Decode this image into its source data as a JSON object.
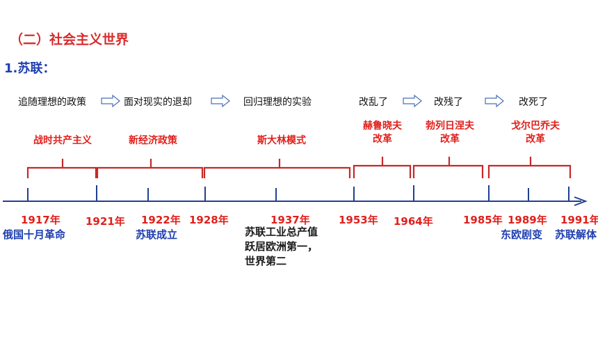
{
  "section_title": "（二）社会主义世界",
  "sub_title": "1.苏联：",
  "phases": [
    "追随理想的政策",
    "面对现实的退却",
    "回归理想的实验",
    "改乱了",
    "改残了",
    "改死了"
  ],
  "periods": [
    "战时共产主义",
    "新经济政策",
    "斯大林模式",
    "赫鲁晓夫\n改革",
    "勃列日涅夫\n改革",
    "戈尔巴乔夫\n改革"
  ],
  "years": [
    "1917年",
    "1921年",
    "1922年",
    "1928年",
    "1937年",
    "1953年",
    "1964年",
    "1985年",
    "1989年",
    "1991年"
  ],
  "events": {
    "e1917": "俄国十月革命",
    "e1922": "苏联成立",
    "e1937": "苏联工业总产值跃居欧洲第一，世界第二",
    "e1989": "东欧剧变",
    "e1991": "苏联解体"
  },
  "colors": {
    "title_red": "#d92b2b",
    "sub_blue": "#1f3fb0",
    "bracket_red": "#c62828",
    "axis_blue": "#1f3f8f",
    "arrow_outline": "#4a6fb5"
  },
  "icons": [
    "hollow-right-arrow-icon",
    "axis-arrow-icon"
  ]
}
